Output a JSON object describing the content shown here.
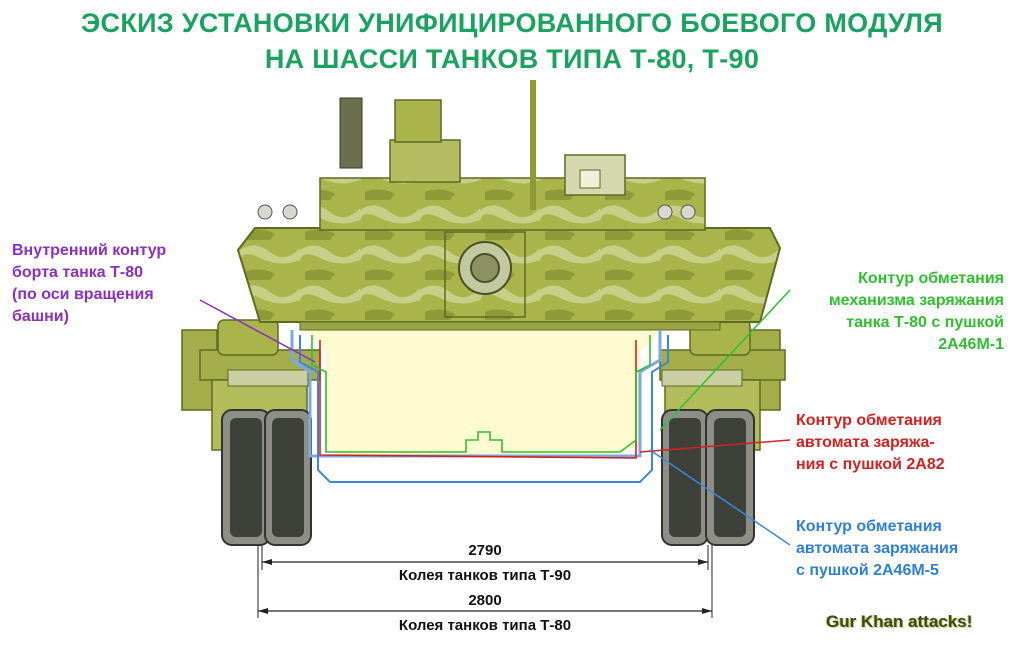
{
  "title": {
    "line1": "ЭСКИЗ УСТАНОВКИ УНИФИЦИРОВАННОГО БОЕВОГО МОДУЛЯ",
    "line2": "НА ШАССИ ТАНКОВ ТИПА Т-80, Т-90"
  },
  "labels": {
    "inner_contour": [
      "Внутренний контур",
      "борта танка Т-80",
      "(по оси вращения",
      "башни)"
    ],
    "green_contour": [
      "Контур обметания",
      "механизма заряжания",
      "танка Т-80 с пушкой",
      "2А46М-1"
    ],
    "red_contour": [
      "Контур обметания",
      "автомата заряжа-",
      "ния с пушкой 2А82"
    ],
    "blue_contour": [
      "Контур обметания",
      "автомата заряжания",
      "с пушкой 2А46М-5"
    ]
  },
  "dimensions": {
    "t90_value": "2790",
    "t90_label": "Колея танков типа  Т-90",
    "t80_value": "2800",
    "t80_label": "Колея танков типа Т-80"
  },
  "watermark": "Gur Khan attacks!",
  "colors": {
    "title": "#19a35e",
    "purple": "#8a2fc2",
    "green": "#2fbf2f",
    "red": "#d42020",
    "blue": "#2f7fd8",
    "hull": "#a9b54a",
    "camo_light": "#d8dfb0"
  }
}
